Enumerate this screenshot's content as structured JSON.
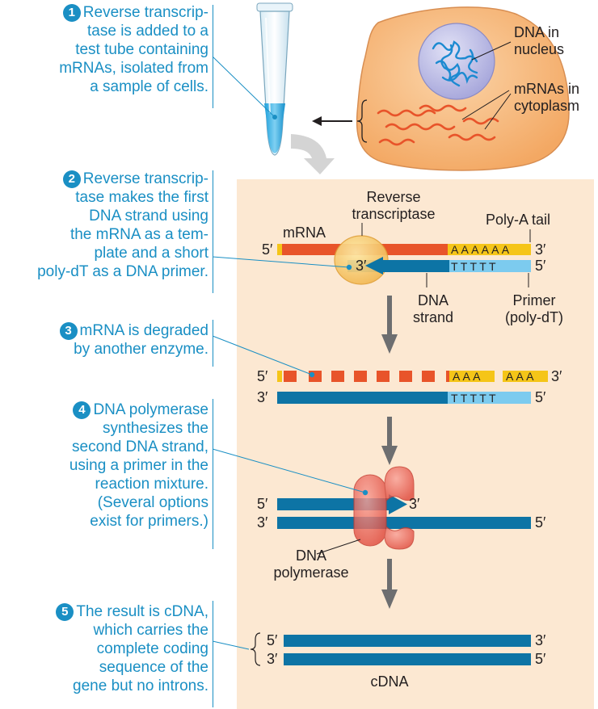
{
  "steps": [
    {
      "number": "1",
      "lines": [
        "Reverse transcrip-",
        "tase is added to a",
        "test tube containing",
        "mRNAs, isolated from",
        "a sample of cells."
      ]
    },
    {
      "number": "2",
      "lines": [
        "Reverse transcrip-",
        "tase makes the first",
        "DNA strand using",
        "the mRNA as a tem-",
        "plate and a short",
        "poly-dT as a DNA primer."
      ]
    },
    {
      "number": "3",
      "lines": [
        "mRNA is degraded",
        "by another enzyme."
      ]
    },
    {
      "number": "4",
      "lines": [
        "DNA polymerase",
        "synthesizes the",
        "second DNA strand,",
        "using a primer in the",
        "reaction mixture.",
        "(Several options",
        "exist for primers.)"
      ]
    },
    {
      "number": "5",
      "lines": [
        "The result is cDNA,",
        "which carries the",
        "complete coding",
        "sequence of the",
        "gene but no introns."
      ]
    }
  ],
  "cell_labels": {
    "nucleus": [
      "DNA in",
      "nucleus"
    ],
    "cytoplasm": [
      "mRNAs in",
      "cytoplasm"
    ]
  },
  "labels": {
    "reverse_transcriptase": [
      "Reverse",
      "transcriptase"
    ],
    "poly_a_tail": "Poly-A tail",
    "mrna": "mRNA",
    "dna_strand": [
      "DNA",
      "strand"
    ],
    "primer": [
      "Primer",
      "(poly-dT)"
    ],
    "dna_polymerase": [
      "DNA",
      "polymerase"
    ],
    "cdna": "cDNA"
  },
  "ends": {
    "five": "5′",
    "three": "3′"
  },
  "sequences": {
    "poly_a_6": "AAAAAA",
    "poly_t_5": "TTTTT",
    "poly_a_3": "AAA"
  },
  "colors": {
    "step_text": "#1a8fc4",
    "panel": "#fce8d2",
    "mrna": "#e8542a",
    "dna": "#0d74a5",
    "poly_a": "#f5c518",
    "primer": "#7ccbef",
    "cell": "#f7c08a",
    "nucleus": "#c9c9ea",
    "arrow": "#6d6e70"
  }
}
